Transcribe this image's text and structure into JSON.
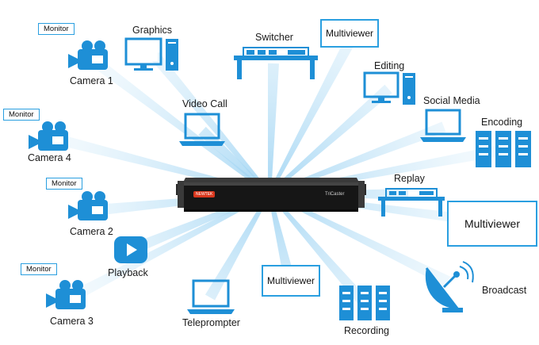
{
  "colors": {
    "accent": "#1e8fd6",
    "beam": "#bfe3f7",
    "device": "#1c1c1c",
    "device_badge": "#d9381e"
  },
  "center_device": {
    "brand": "TriCaster",
    "badge": "NEWTEK"
  },
  "nodes": {
    "graphics": "Graphics",
    "switcher": "Switcher",
    "camera1": "Camera 1",
    "video_call": "Video Call",
    "editing": "Editing",
    "social_media": "Social Media",
    "encoding": "Encoding",
    "camera4": "Camera 4",
    "replay": "Replay",
    "camera2": "Camera 2",
    "playback": "Playback",
    "camera3": "Camera 3",
    "teleprompter": "Teleprompter",
    "recording": "Recording",
    "broadcast": "Broadcast"
  },
  "monitors": {
    "m1": "Monitor",
    "m4": "Monitor",
    "m2": "Monitor",
    "m3": "Monitor"
  },
  "multiviewers": {
    "top": "Multiviewer",
    "right": "Multiviewer",
    "bottom": "Multiviewer"
  }
}
